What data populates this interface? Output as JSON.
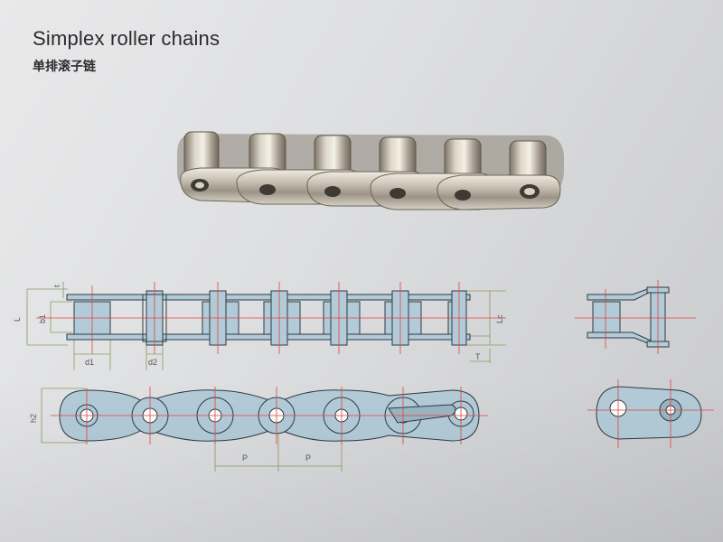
{
  "header": {
    "title": "Simplex roller chains",
    "subtitle": "单排滚子链"
  },
  "dimensions": {
    "L": "L",
    "b1": "b1",
    "t": "t",
    "d1": "d1",
    "d2": "d2",
    "Lc": "Lc",
    "T": "T",
    "h2": "h2",
    "P1": "P",
    "P2": "P"
  },
  "colors": {
    "part_fill": "#b3cbd8",
    "outline": "#2e3a42",
    "centerline": "#e0443c",
    "dimline": "#8c9a5a"
  }
}
